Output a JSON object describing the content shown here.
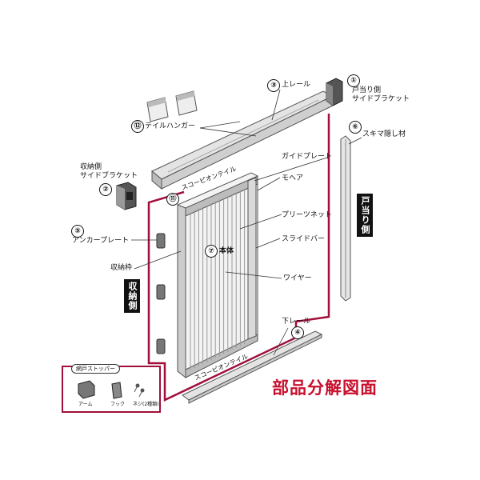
{
  "diagram": {
    "title": "部品分解図面",
    "callouts": {
      "c1": {
        "num": "①",
        "label1": "戸当り側",
        "label2": "サイドブラケット"
      },
      "c2": {
        "num": "②",
        "label1": "収納側",
        "label2": "サイドブラケット"
      },
      "c3": {
        "num": "③",
        "label1": "上レール"
      },
      "c4": {
        "num": "④",
        "label1": "下レール"
      },
      "c5": {
        "num": "⑤",
        "label1": "アンカープレート"
      },
      "c6": {
        "num": "⑥",
        "label1": "スキマ隠し材"
      },
      "c7": {
        "num": "⑦",
        "label1": "本体"
      },
      "c11": {
        "num": "⑪",
        "label1": "スコーピオンテイル"
      },
      "c12": {
        "num": "⑫",
        "label1": "テイルハンガー"
      }
    },
    "labels": {
      "guide_plate": "ガイドプレート",
      "mohair": "モヘア",
      "pleats_net": "プリーツネット",
      "slide_bar": "スライドバー",
      "wire": "ワイヤー",
      "storage_frame": "収納枠",
      "scorpion_bottom": "スコーピオンテイル"
    },
    "side_tags": {
      "door_side": "戸当り側",
      "storage_side": "収納側"
    },
    "stopper": {
      "title": "網戸ストッパー",
      "items": [
        "アーム",
        "フック",
        "ネジ(2種類)"
      ]
    },
    "accent_color": "#c8102e"
  }
}
